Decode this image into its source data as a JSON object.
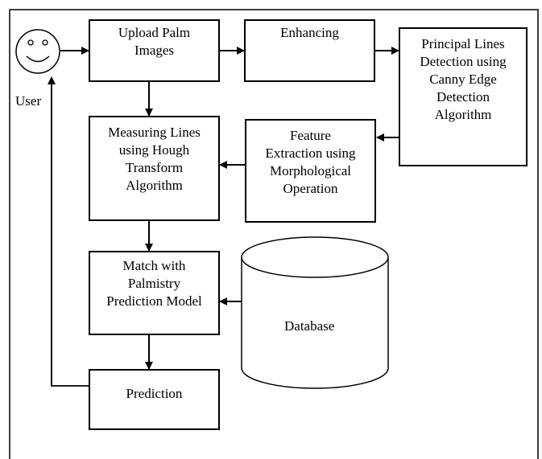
{
  "diagram": {
    "user_label": "User",
    "upload": "Upload Palm\nImages",
    "enhancing": "Enhancing",
    "principal": "Principal Lines\nDetection using\nCanny Edge\nDetection\nAlgorithm",
    "feature": "Feature\nExtraction using\nMorphological\nOperation",
    "measuring": "Measuring Lines\nusing Hough\nTransform\nAlgorithm",
    "match": "Match with\nPalmistry\nPrediction Model",
    "database": "Database",
    "prediction": "Prediction"
  }
}
